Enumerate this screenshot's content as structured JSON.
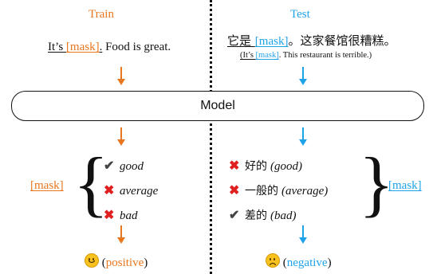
{
  "train": {
    "title": "Train",
    "sentence_pre": "It’s ",
    "mask_token": "[mask]",
    "sentence_dot": ".",
    "sentence_post": " Food is great.",
    "mask_label": "[mask]",
    "words": [
      {
        "mark": "check",
        "text": "good"
      },
      {
        "mark": "cross",
        "text": "average"
      },
      {
        "mark": "cross",
        "text": "bad"
      }
    ],
    "result_open": "(",
    "result_word": "positive",
    "result_close": ")"
  },
  "test": {
    "title": "Test",
    "sentence_pre": "它是 ",
    "mask_token": "[mask]",
    "sentence_post": "。这家餐馆很糟糕。",
    "translation_pre": "(It’s ",
    "translation_mask": "[mask]",
    "translation_post": ". This restaurant is terrible.)",
    "mask_label": "[mask]",
    "words": [
      {
        "mark": "cross",
        "zh": "好的",
        "en": "(good)"
      },
      {
        "mark": "cross",
        "zh": "一般的",
        "en": "(average)"
      },
      {
        "mark": "check",
        "zh": "差的",
        "en": "(bad)"
      }
    ],
    "result_open": "(",
    "result_word": "negative",
    "result_close": ")"
  },
  "model_label": "Model",
  "colors": {
    "train": "#e8761e",
    "test": "#1fa3e8",
    "cross": "#e02020"
  }
}
